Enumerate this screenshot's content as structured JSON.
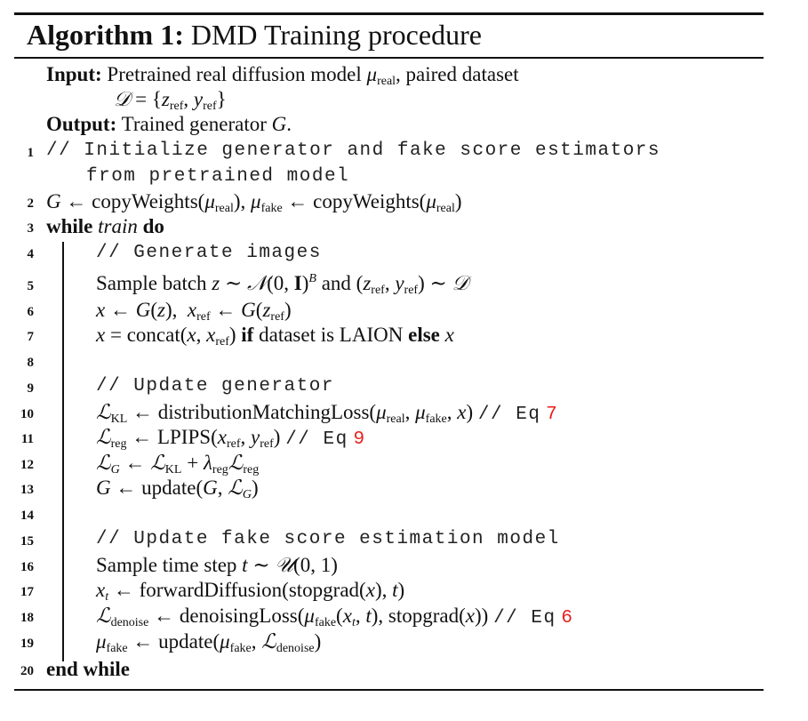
{
  "title": {
    "label": "Algorithm 1:",
    "text": "DMD Training procedure"
  },
  "input": {
    "label": "Input:",
    "t1": "Pretrained real diffusion model ",
    "t2": ", paired dataset",
    "dataset": "𝒟 = {z",
    "dataset_tail": "}"
  },
  "output": {
    "label": "Output:",
    "text": "Trained generator ",
    "var": "G",
    "end": "."
  },
  "lines": [
    {
      "n": "1",
      "a": "// Initialize generator and fake score estimators",
      "b": "from pretrained model"
    },
    {
      "n": "2"
    },
    {
      "n": "3",
      "kw1": "while",
      "mid": "train",
      "kw2": "do"
    },
    {
      "n": "4",
      "comment": "// Generate images"
    },
    {
      "n": "5",
      "text": "Sample batch",
      "and": "and"
    },
    {
      "n": "6"
    },
    {
      "n": "7",
      "fn": "concat",
      "if": "if",
      "mid": "dataset is LAION",
      "else": "else"
    },
    {
      "n": "8"
    },
    {
      "n": "9",
      "comment": "// Update generator"
    },
    {
      "n": "10",
      "fn": "distributionMatchingLoss",
      "comment": "// Eq",
      "ref": "7"
    },
    {
      "n": "11",
      "fn": "LPIPS",
      "comment": "// Eq",
      "ref": "9"
    },
    {
      "n": "12"
    },
    {
      "n": "13",
      "fn": "update"
    },
    {
      "n": "14"
    },
    {
      "n": "15",
      "comment": "// Update fake score estimation model"
    },
    {
      "n": "16",
      "text": "Sample time step"
    },
    {
      "n": "17",
      "fn": "forwardDiffusion",
      "fn2": "stopgrad"
    },
    {
      "n": "18",
      "fn": "denoisingLoss",
      "fn2": "stopgrad",
      "comment": "// Eq",
      "ref": "6"
    },
    {
      "n": "19",
      "fn": "update"
    },
    {
      "n": "20",
      "kw": "end while"
    }
  ],
  "math": {
    "real": "real",
    "fake": "fake",
    "ref": "ref",
    "KL": "KL",
    "reg": "reg",
    "denoise": "denoise",
    "copyWeights": "copyWeights"
  }
}
